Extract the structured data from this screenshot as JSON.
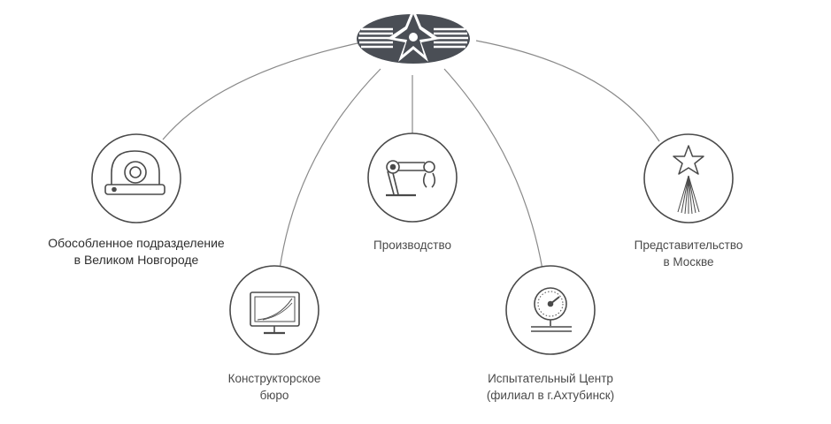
{
  "diagram": {
    "nodes": [
      {
        "id": "novgorod",
        "icon": "camera-icon",
        "line1": "Обособленное подразделение",
        "line2": "в Великом Новгороде"
      },
      {
        "id": "design",
        "icon": "monitor-chart-icon",
        "line1": "Конструкторское",
        "line2": "бюро"
      },
      {
        "id": "production",
        "icon": "robot-arm-icon",
        "line1": "Производство",
        "line2": ""
      },
      {
        "id": "test",
        "icon": "pressure-gauge-icon",
        "line1": "Испытательный Центр",
        "line2": "(филиал в г.Ахтубинск)"
      },
      {
        "id": "moscow",
        "icon": "star-tower-icon",
        "line1": "Представительство",
        "line2": "в Москве"
      }
    ],
    "colors": {
      "line": "#7a7a7a",
      "circle": "#4a4a4a",
      "logo": "#4a4e55",
      "icon": "#4a4a4a"
    }
  }
}
